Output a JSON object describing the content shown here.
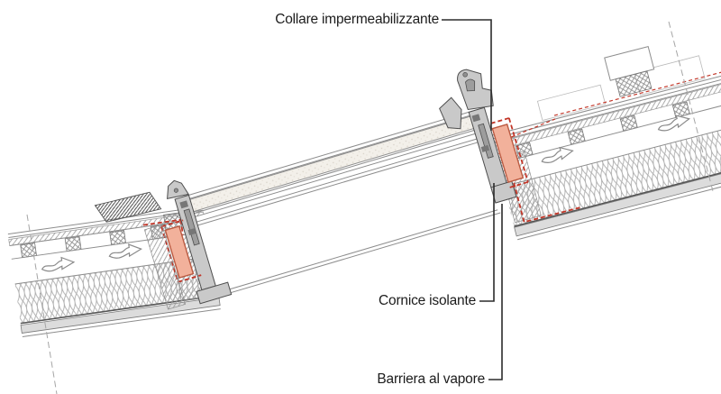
{
  "figure": {
    "labels": {
      "collare": "Collare impermeabilizzante",
      "cornice": "Cornice isolante",
      "barriera": "Barriera al vapore"
    },
    "colors": {
      "background": "#ffffff",
      "text": "#1c1c1c",
      "leader_line": "#2b2b2b",
      "highlight_fill": "#f2b19b",
      "highlight_stroke": "#bb5a41",
      "vapor_barrier_dash": "#c23527",
      "profile_fill": "#c9c9c9",
      "linework": "#8d8d8d"
    }
  }
}
